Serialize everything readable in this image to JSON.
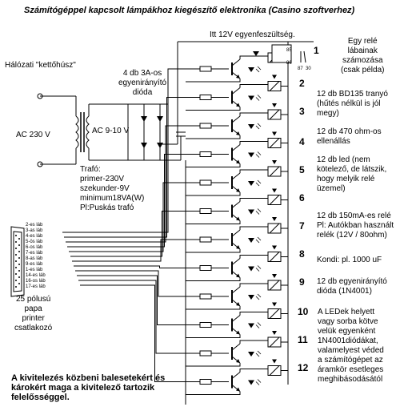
{
  "title": "Számítógéppel kapcsolt lámpákhoz kiegészítő elektronika (Casino szoftverhez)",
  "supply_label": "Itt 12V egyenfeszültség.",
  "mains_label": "Hálózati \"kettőhúsz\"",
  "ac_primary": "AC 230 V",
  "ac_secondary": "AC 9-10 V",
  "diode_bridge_label": "4 db 3A-os\negyenirányító\ndióda",
  "transformer_note": "Trafó:\nprimer-230V\nszekunder-9V\nminimum18VA(W)\nPl:Puskás trafó",
  "connector_label": "25 pólusú\npapa\nprinter\ncsatlakozó",
  "relay_pin_labels": [
    "85",
    "86",
    "87",
    "30"
  ],
  "relay_numbers": [
    "1",
    "2",
    "3",
    "4",
    "5",
    "6",
    "7",
    "8",
    "9",
    "10",
    "11",
    "12"
  ],
  "connector_pins": [
    "2-es láb",
    "3-as láb",
    "4-es láb",
    "5-ös láb",
    "6-os láb",
    "7-es láb",
    "8-as láb",
    "9-es láb",
    "1-es láb",
    "14-es láb",
    "16-os láb",
    "17-es láb"
  ],
  "parts_notes": [
    "Egy relé\nlábainak\nszámozása\n(csak példa)",
    "12 db BD135 tranyó\n(hűtés nélkül is jól\nmegy)",
    "12 db 470 ohm-os\nellenállás",
    "12 db led (nem\nkötelező, de látszik,\nhogy melyik relé\nüzemel)",
    "12 db 150mA-es relé\nPl: Autókban használt\nrelék   (12V / 80ohm)",
    "Kondi: pl. 1000 uF",
    "12 db egyenirányító\ndióda (1N4001)",
    "A LEDek helyett\nvagy sorba kötve\nvelük egyenként\n1N4001diódákat,\nvalamelyest véded\na számítógépet az\náramkör esetleges\nmeghibásodásától"
  ],
  "warning": "A kivitelezés közbeni balesetekért és\nkárokért maga a kivitelező tartozik\nfelelősséggel."
}
